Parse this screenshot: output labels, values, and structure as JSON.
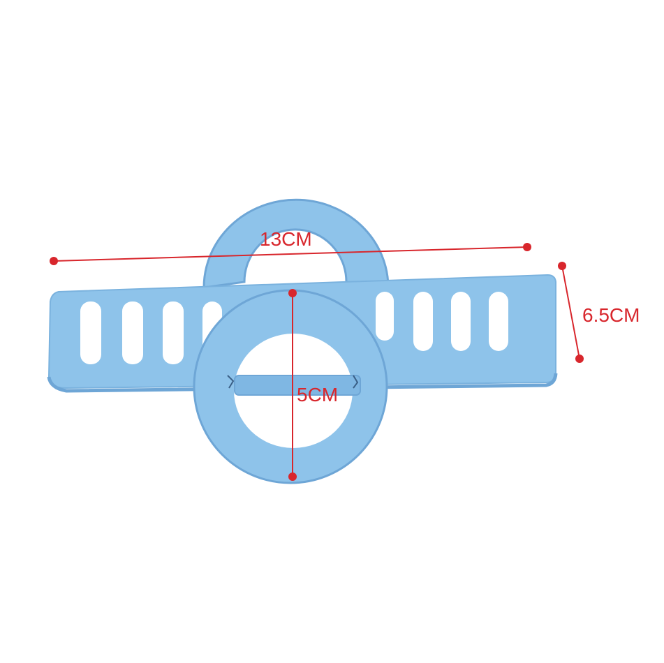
{
  "product": {
    "name_icon": "foam-seesaw-toy",
    "color_main": "#8ec3ea",
    "color_shadow": "#6ea6d6",
    "color_slot": "#ffffff"
  },
  "dimensions": {
    "color": "#d8262c",
    "length": {
      "label": "13CM"
    },
    "height": {
      "label": "6.5CM"
    },
    "ring": {
      "label": "5CM"
    }
  }
}
